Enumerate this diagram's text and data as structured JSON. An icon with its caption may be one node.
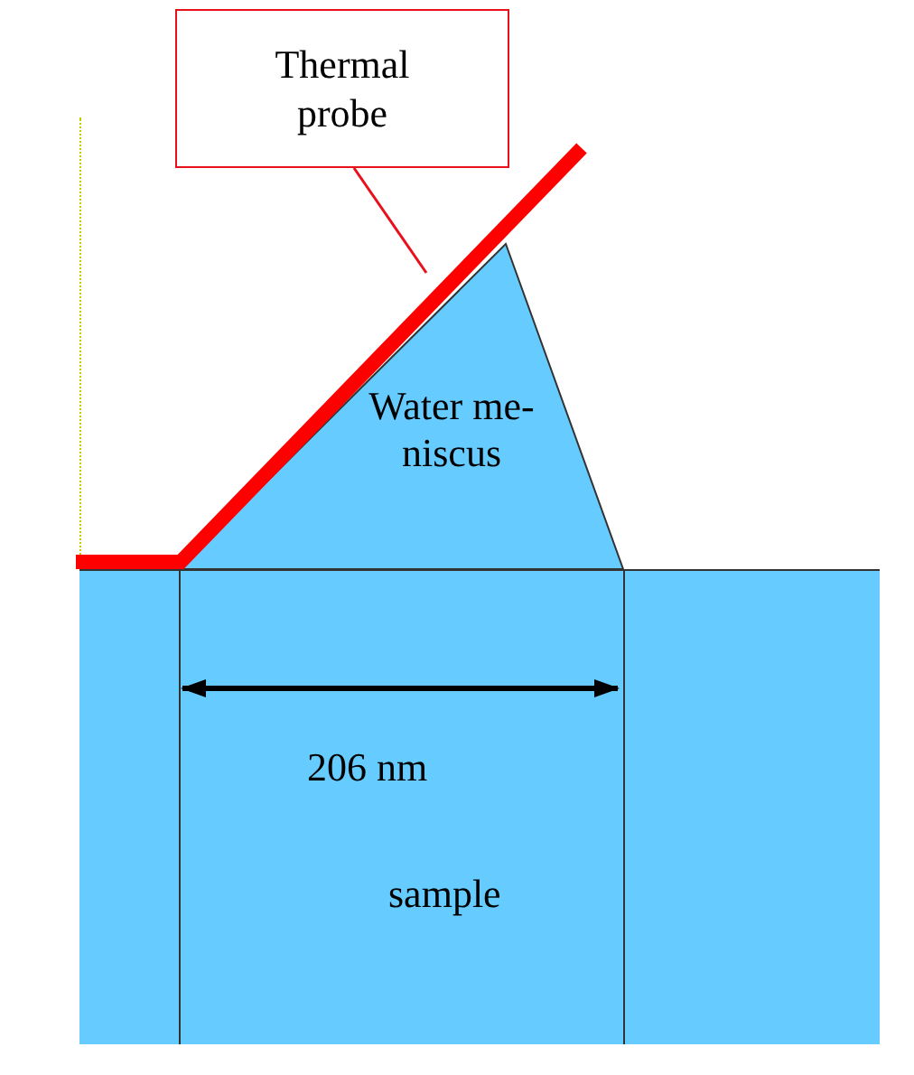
{
  "diagram": {
    "nodes": [
      {
        "text": [
          "Thermal probe"
        ]
      },
      {
        "text": [],
        "shape": "line"
      },
      {
        "text": [
          "Water me- niscus"
        ]
      },
      {
        "text": [
          "sample"
        ]
      }
    ],
    "edges": [
      {
        "from": 0,
        "to": 1,
        "arrow": "none"
      }
    ],
    "labels": [
      "206 nm"
    ]
  }
}
